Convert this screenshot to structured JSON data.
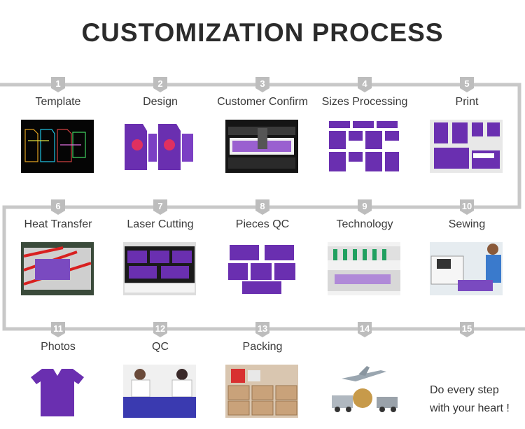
{
  "header": {
    "title": "CUSTOMIZATION PROCESS"
  },
  "colors": {
    "accent": "#6a2fb0",
    "track": "#c8c8c8",
    "badge": "#bdbdbd"
  },
  "steps": [
    {
      "number": "1",
      "label": "Template",
      "image": "template-thumbnail"
    },
    {
      "number": "2",
      "label": "Design",
      "image": "jersey-design-thumbnail"
    },
    {
      "number": "3",
      "label": "Customer Confirm",
      "image": "printer-machine-thumbnail"
    },
    {
      "number": "4",
      "label": "Sizes Processing",
      "image": "pattern-layout-thumbnail"
    },
    {
      "number": "5",
      "label": "Print",
      "image": "printed-sheets-thumbnail"
    },
    {
      "number": "6",
      "label": "Heat Transfer",
      "image": "heat-press-thumbnail"
    },
    {
      "number": "7",
      "label": "Laser Cutting",
      "image": "laser-cutter-thumbnail"
    },
    {
      "number": "8",
      "label": "Pieces QC",
      "image": "fabric-pieces-thumbnail"
    },
    {
      "number": "9",
      "label": "Technology",
      "image": "embroidery-machine-thumbnail"
    },
    {
      "number": "10",
      "label": "Sewing",
      "image": "sewing-worker-thumbnail"
    },
    {
      "number": "11",
      "label": "Photos",
      "image": "polo-shirt-thumbnail"
    },
    {
      "number": "12",
      "label": "QC",
      "image": "quality-check-thumbnail"
    },
    {
      "number": "13",
      "label": "Packing",
      "image": "packing-boxes-thumbnail"
    },
    {
      "number": "14",
      "label": "",
      "image": "shipping-thumbnail"
    },
    {
      "number": "15",
      "label": "",
      "image": ""
    }
  ],
  "footer_note": {
    "line1": "Do every step",
    "line2": "with your heart !"
  }
}
